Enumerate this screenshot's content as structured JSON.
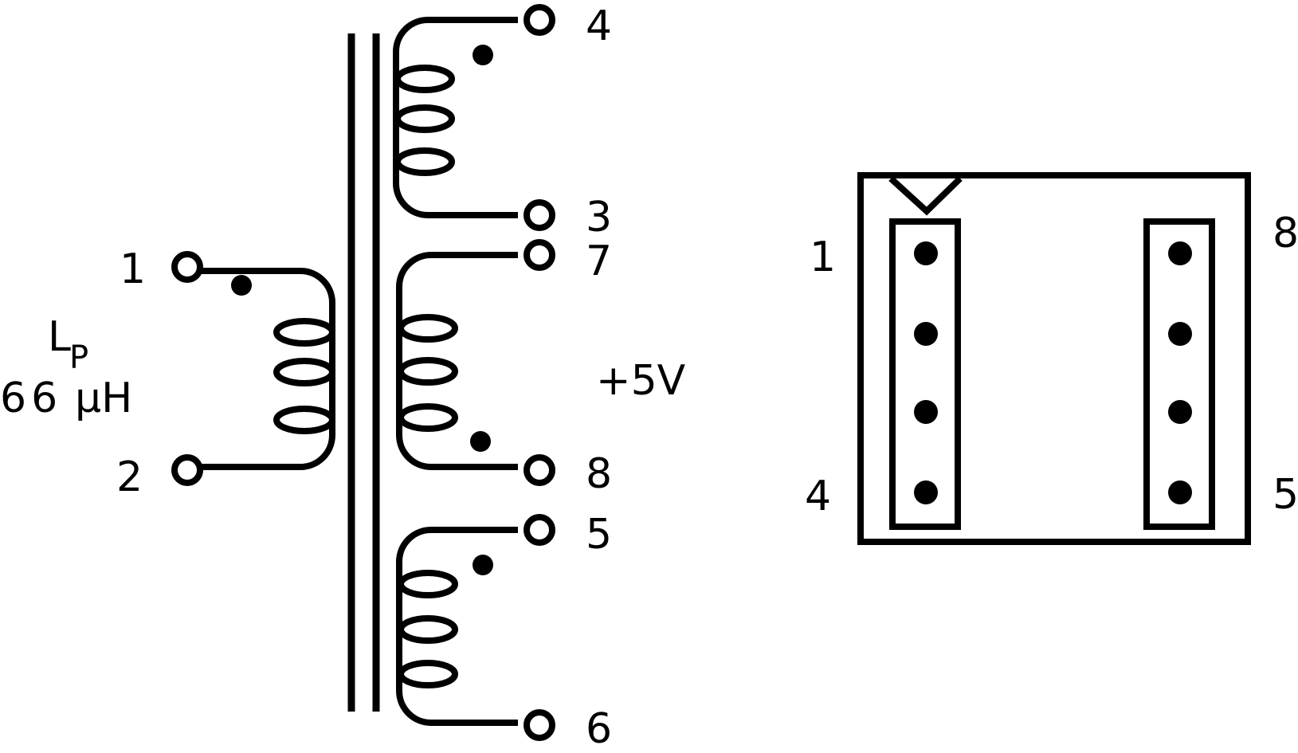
{
  "colors": {
    "ink": "#000000",
    "background": "#ffffff"
  },
  "schematic": {
    "primary": {
      "pin_top": "1",
      "pin_bottom": "2",
      "inductance_symbol": "L",
      "inductance_subscript": "P",
      "inductance_value": "66",
      "inductance_unit": "μH"
    },
    "secondary_top": {
      "pin_top": "4",
      "pin_bottom": "3"
    },
    "secondary_middle": {
      "pin_top": "7",
      "pin_bottom": "8",
      "supply_label": "+5V"
    },
    "secondary_bottom": {
      "pin_top": "5",
      "pin_bottom": "6"
    }
  },
  "package": {
    "left_top_pin": "1",
    "left_bottom_pin": "4",
    "right_top_pin": "8",
    "right_bottom_pin": "5"
  }
}
